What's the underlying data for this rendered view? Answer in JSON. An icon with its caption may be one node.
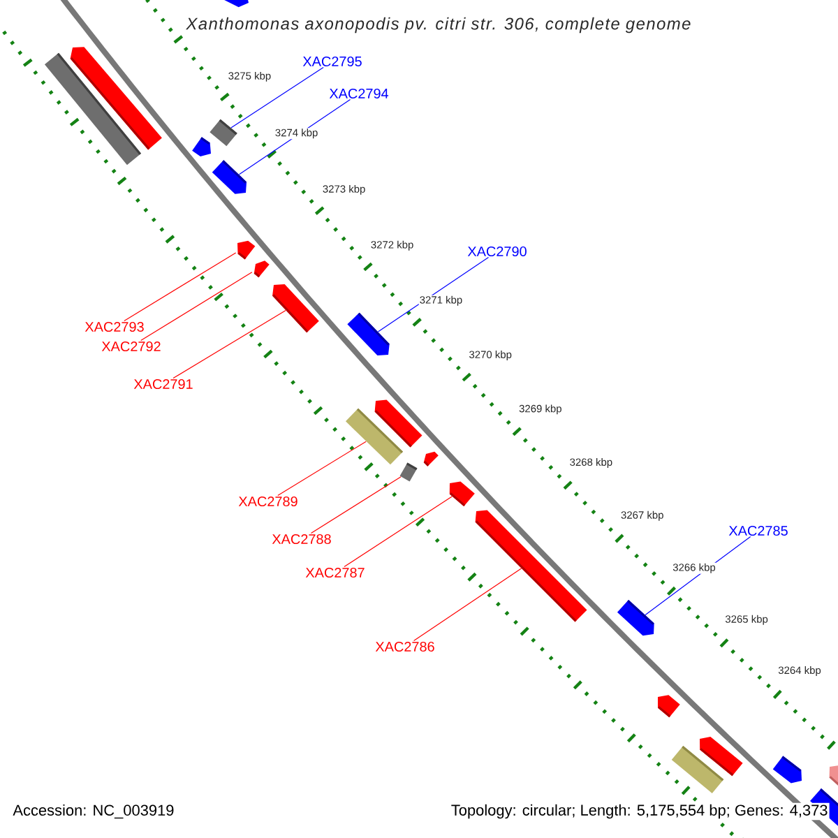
{
  "diagram": {
    "title": "Xanthomonas axonopodis pv. citri str. 306, complete genome",
    "nodes": [
      {
        "text": [
          "XAC2795"
        ]
      },
      {
        "text": [
          "XAC2794"
        ]
      },
      {
        "text": [
          "XAC2790"
        ]
      },
      {
        "text": [
          "XAC2793"
        ]
      },
      {
        "text": [
          "XAC2792"
        ]
      },
      {
        "text": [
          "XAC2791"
        ]
      },
      {
        "text": [
          "XAC2789"
        ]
      },
      {
        "text": [
          "XAC2785"
        ]
      },
      {
        "text": [
          "XAC2788"
        ]
      },
      {
        "text": [
          "XAC2787"
        ]
      },
      {
        "text": [
          "XAC2786"
        ]
      },
      {
        "text": [],
        "shape": "arrow"
      },
      {
        "text": [],
        "shape": "bar"
      },
      {
        "text": [],
        "shape": "arrow"
      },
      {
        "text": [],
        "shape": "bar"
      },
      {
        "text": [],
        "shape": "arrow"
      },
      {
        "text": [],
        "shape": "arrow"
      },
      {
        "text": [],
        "shape": "arrow"
      },
      {
        "text": [],
        "shape": "arrow"
      },
      {
        "text": [],
        "shape": "arrow"
      },
      {
        "text": [],
        "shape": "arrow"
      },
      {
        "text": [],
        "shape": "arrow"
      },
      {
        "text": [],
        "shape": "bar"
      },
      {
        "text": [],
        "shape": "arrow"
      },
      {
        "text": [],
        "shape": "bar"
      },
      {
        "text": [],
        "shape": "arrow"
      },
      {
        "text": [],
        "shape": "arrow"
      },
      {
        "text": [],
        "shape": "arrow"
      },
      {
        "text": [],
        "shape": "arrow"
      },
      {
        "text": [],
        "shape": "bar"
      },
      {
        "text": [],
        "shape": "arrow"
      },
      {
        "text": [],
        "shape": "arrow"
      },
      {
        "text": [],
        "shape": "arrow"
      },
      {
        "text": [],
        "shape": "arrow"
      }
    ],
    "edges": [
      {
        "from": 0,
        "to": 14,
        "arrow": "none",
        "color": "#0000ff"
      },
      {
        "from": 1,
        "to": 16,
        "arrow": "none",
        "color": "#0000ff"
      },
      {
        "from": 2,
        "to": 20,
        "arrow": "none",
        "color": "#0000ff"
      },
      {
        "from": 3,
        "to": 17,
        "arrow": "none"
      },
      {
        "from": 4,
        "to": 18,
        "arrow": "none"
      },
      {
        "from": 5,
        "to": 19,
        "arrow": "none"
      },
      {
        "from": 6,
        "to": 22,
        "arrow": "none"
      },
      {
        "from": 7,
        "to": 27,
        "arrow": "none",
        "color": "#0000ff"
      },
      {
        "from": 8,
        "to": 24,
        "arrow": "none"
      },
      {
        "from": 9,
        "to": 25,
        "arrow": "none"
      },
      {
        "from": 10,
        "to": 26,
        "arrow": "none"
      }
    ],
    "labels": [
      "3275 kbp",
      "3274 kbp",
      "3273 kbp",
      "3272 kbp",
      "3271 kbp",
      "3270 kbp",
      "3269 kbp",
      "3268 kbp",
      "3267 kbp",
      "3266 kbp",
      "3265 kbp",
      "3264 kbp",
      "Accession: NC_003919",
      "Topology: circular; Length: 5,175,554 bp; Genes: 4,373"
    ]
  }
}
